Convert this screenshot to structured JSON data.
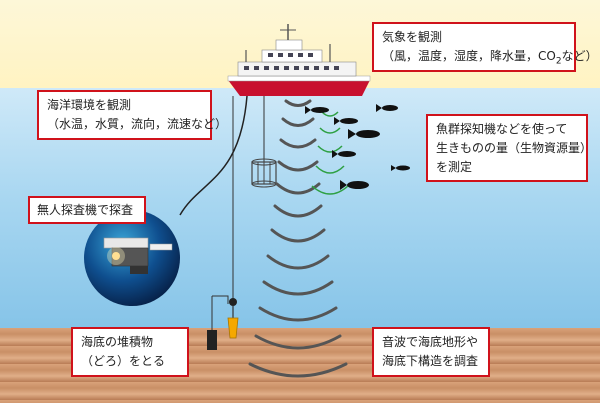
{
  "callouts": {
    "weather": {
      "line1": "気象を観測",
      "line2_pre": "（風，温度，湿度，降水量，CO",
      "line2_sub": "2",
      "line2_post": "など）"
    },
    "ocean": {
      "line1": "海洋環境を観測",
      "line2": "（水温，水質，流向，流速など）"
    },
    "fish": {
      "line1": "魚群探知機などを使って",
      "line2": "生きものの量（生物資源量）",
      "line3": "を測定"
    },
    "rov": {
      "line1": "無人探査機で探査"
    },
    "sediment": {
      "line1": "海底の堆積物",
      "line2": "（どろ）をとる"
    },
    "sonar": {
      "line1": "音波で海底地形や",
      "line2": "海底下構造を調査"
    }
  },
  "colors": {
    "callout_border": "#d0121b",
    "sky": "#fff3c2",
    "sea": "#a9d7f1",
    "seabed": "#c98f66",
    "sonar_wave": "#555555",
    "fish_wave": "#2ea043"
  }
}
